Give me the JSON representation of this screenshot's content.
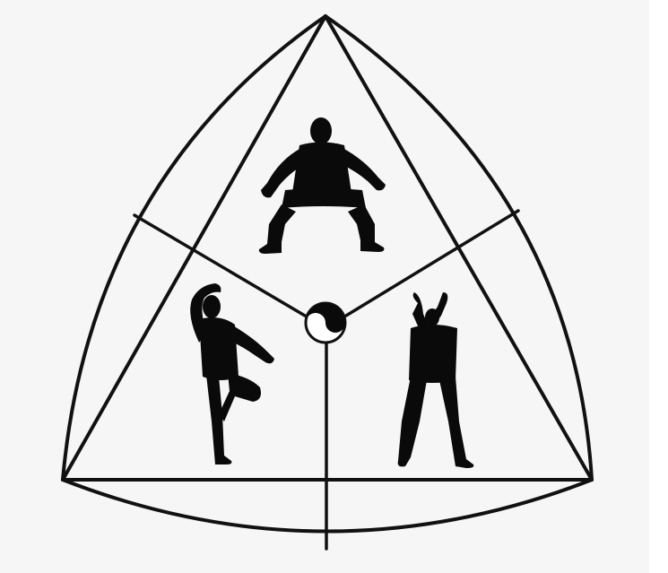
{
  "diagram": {
    "colors": {
      "background": "#f6f6f6",
      "line": "#111111",
      "silhouette": "#0a0a0a",
      "yin": "#0a0a0a",
      "yang": "#ffffff"
    },
    "figures": [
      {
        "id": "horse-stance",
        "icon": "horse-stance-figure-icon"
      },
      {
        "id": "crane-stance",
        "icon": "crane-stance-figure-icon"
      },
      {
        "id": "arms-raised-stance",
        "icon": "arms-raised-figure-icon"
      }
    ],
    "center_symbol": "yin-yang-icon"
  }
}
